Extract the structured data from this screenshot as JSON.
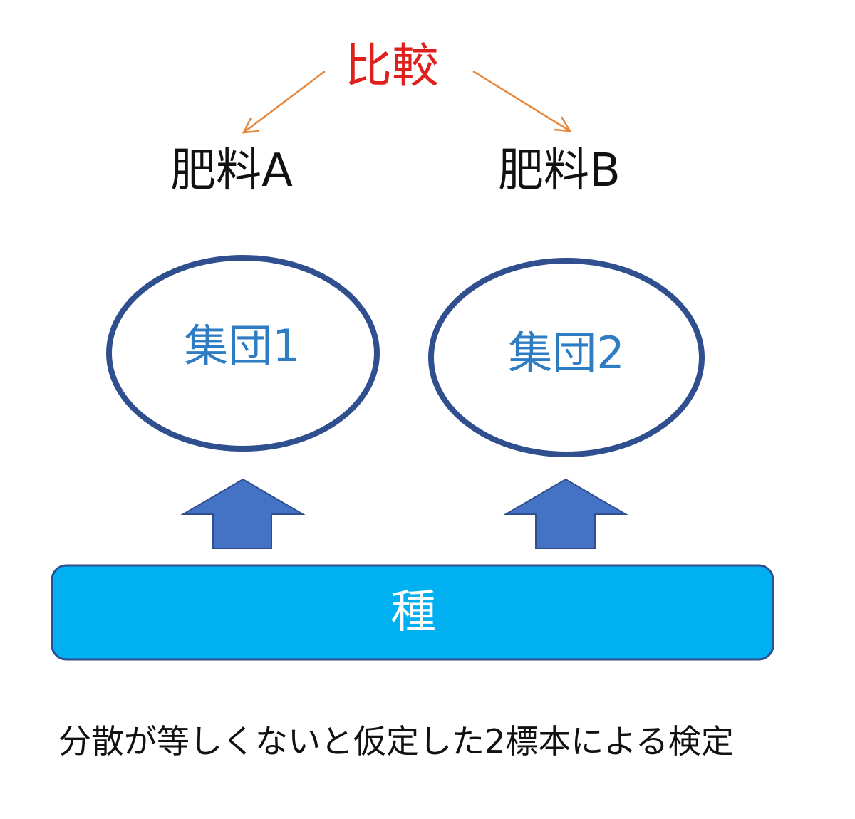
{
  "diagram": {
    "title": "比較",
    "fertilizer_a": "肥料A",
    "fertilizer_b": "肥料B",
    "group_1": "集団1",
    "group_2": "集団2",
    "seed": "種",
    "caption": "分散が等しくないと仮定した2標本による検定"
  },
  "colors": {
    "title": "#e0201c",
    "arrow_thin": "#e8873a",
    "ellipse_stroke": "#2f4f8f",
    "group_text": "#2e7cc4",
    "block_arrow_fill": "#4472c4",
    "block_arrow_stroke": "#2f4f8f",
    "seed_fill": "#00b0f0",
    "seed_stroke": "#2f4f8f"
  }
}
